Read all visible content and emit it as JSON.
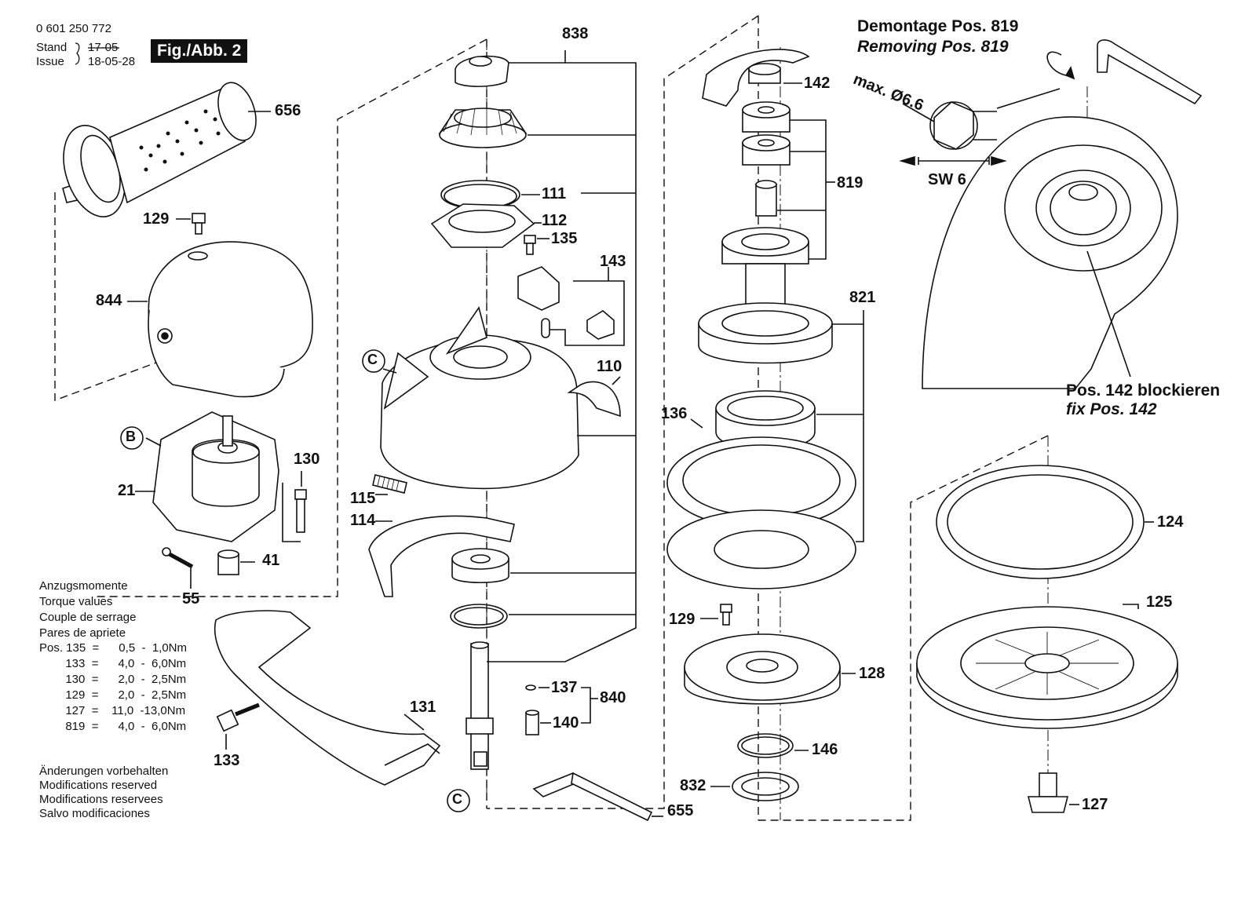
{
  "doc": {
    "number": "0 601 250 772",
    "stand_label": "Stand",
    "issue_label": "Issue",
    "stand_value": "17-05",
    "issue_value": "18-05-28",
    "figure": "Fig./Abb. 2"
  },
  "callouts": [
    {
      "key": "838",
      "text": "838"
    },
    {
      "key": "656",
      "text": "656"
    },
    {
      "key": "129a",
      "text": "129"
    },
    {
      "key": "844",
      "text": "844"
    },
    {
      "key": "111",
      "text": "111"
    },
    {
      "key": "112",
      "text": "112"
    },
    {
      "key": "135",
      "text": "135"
    },
    {
      "key": "143",
      "text": "143"
    },
    {
      "key": "110",
      "text": "110"
    },
    {
      "key": "142",
      "text": "142"
    },
    {
      "key": "819",
      "text": "819"
    },
    {
      "key": "821",
      "text": "821"
    },
    {
      "key": "136",
      "text": "136"
    },
    {
      "key": "130",
      "text": "130"
    },
    {
      "key": "21",
      "text": "21"
    },
    {
      "key": "41",
      "text": "41"
    },
    {
      "key": "55",
      "text": "55"
    },
    {
      "key": "115",
      "text": "115"
    },
    {
      "key": "114",
      "text": "114"
    },
    {
      "key": "124",
      "text": "124"
    },
    {
      "key": "125",
      "text": "125"
    },
    {
      "key": "129b",
      "text": "129"
    },
    {
      "key": "128",
      "text": "128"
    },
    {
      "key": "146",
      "text": "146"
    },
    {
      "key": "832",
      "text": "832"
    },
    {
      "key": "127",
      "text": "127"
    },
    {
      "key": "131",
      "text": "131"
    },
    {
      "key": "133",
      "text": "133"
    },
    {
      "key": "137",
      "text": "137"
    },
    {
      "key": "140",
      "text": "140"
    },
    {
      "key": "840",
      "text": "840"
    },
    {
      "key": "655",
      "text": "655"
    }
  ],
  "markers": {
    "b": "B",
    "c1": "C",
    "c2": "C"
  },
  "demontage": {
    "title_de": "Demontage Pos. 819",
    "title_en": "Removing Pos. 819",
    "max": "max. Ø6.6",
    "sw": "SW 6",
    "fix_de": "Pos. 142 blockieren",
    "fix_en": "fix Pos. 142"
  },
  "torque": {
    "headings": [
      "Anzugsmomente",
      "Torque values",
      "Couple de serrage",
      "Pares de apriete"
    ],
    "rows": [
      "Pos. 135  =      0,5  -  1,0Nm",
      "        133  =      4,0  -  6,0Nm",
      "        130  =      2,0  -  2,5Nm",
      "        129  =      2,0  -  2,5Nm",
      "        127  =    11,0  -13,0Nm",
      "        819  =      4,0  -  6,0Nm"
    ]
  },
  "modifications": [
    "Änderungen vorbehalten",
    "Modifications reserved",
    "Modifications reservees",
    "Salvo modificaciones"
  ]
}
